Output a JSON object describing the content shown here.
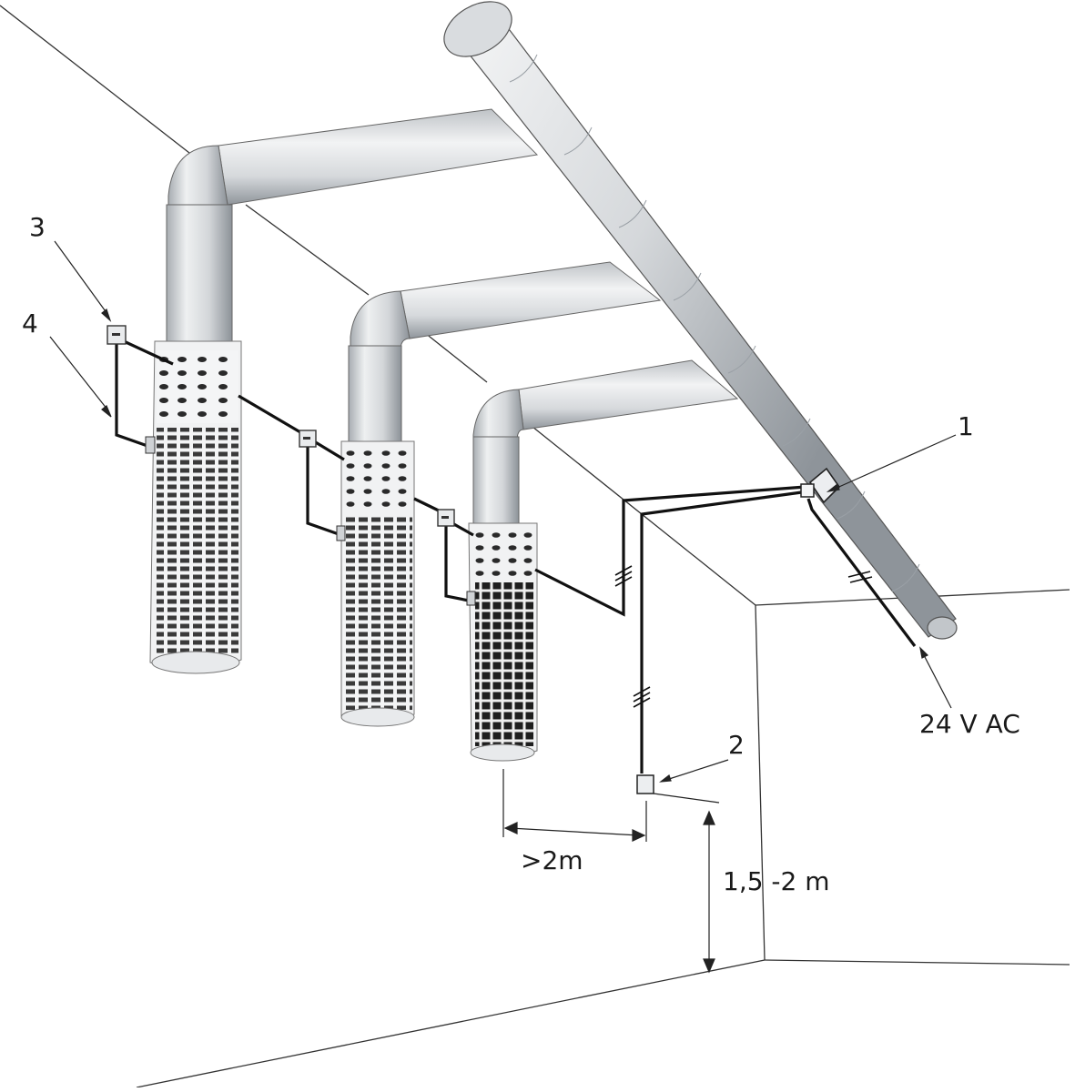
{
  "labels": {
    "num_1": "1",
    "num_2": "2",
    "num_3": "3",
    "num_4": "4",
    "voltage": "24 V AC",
    "distance": ">2m",
    "height": "1,5 -2 m"
  },
  "colors": {
    "duct_fill": "#dcdfe2",
    "duct_shade": "#9ea3a8",
    "duct_highlight": "#f4f5f6",
    "wire": "#111111",
    "line": "#222222",
    "diffuser_dark": "#2b2b2b"
  },
  "components": {
    "main_duct": "spiral-duct",
    "branch_ducts": 3,
    "diffusers": 3,
    "duct_sensors": 3,
    "room_sensor": 1,
    "controller": 1
  }
}
